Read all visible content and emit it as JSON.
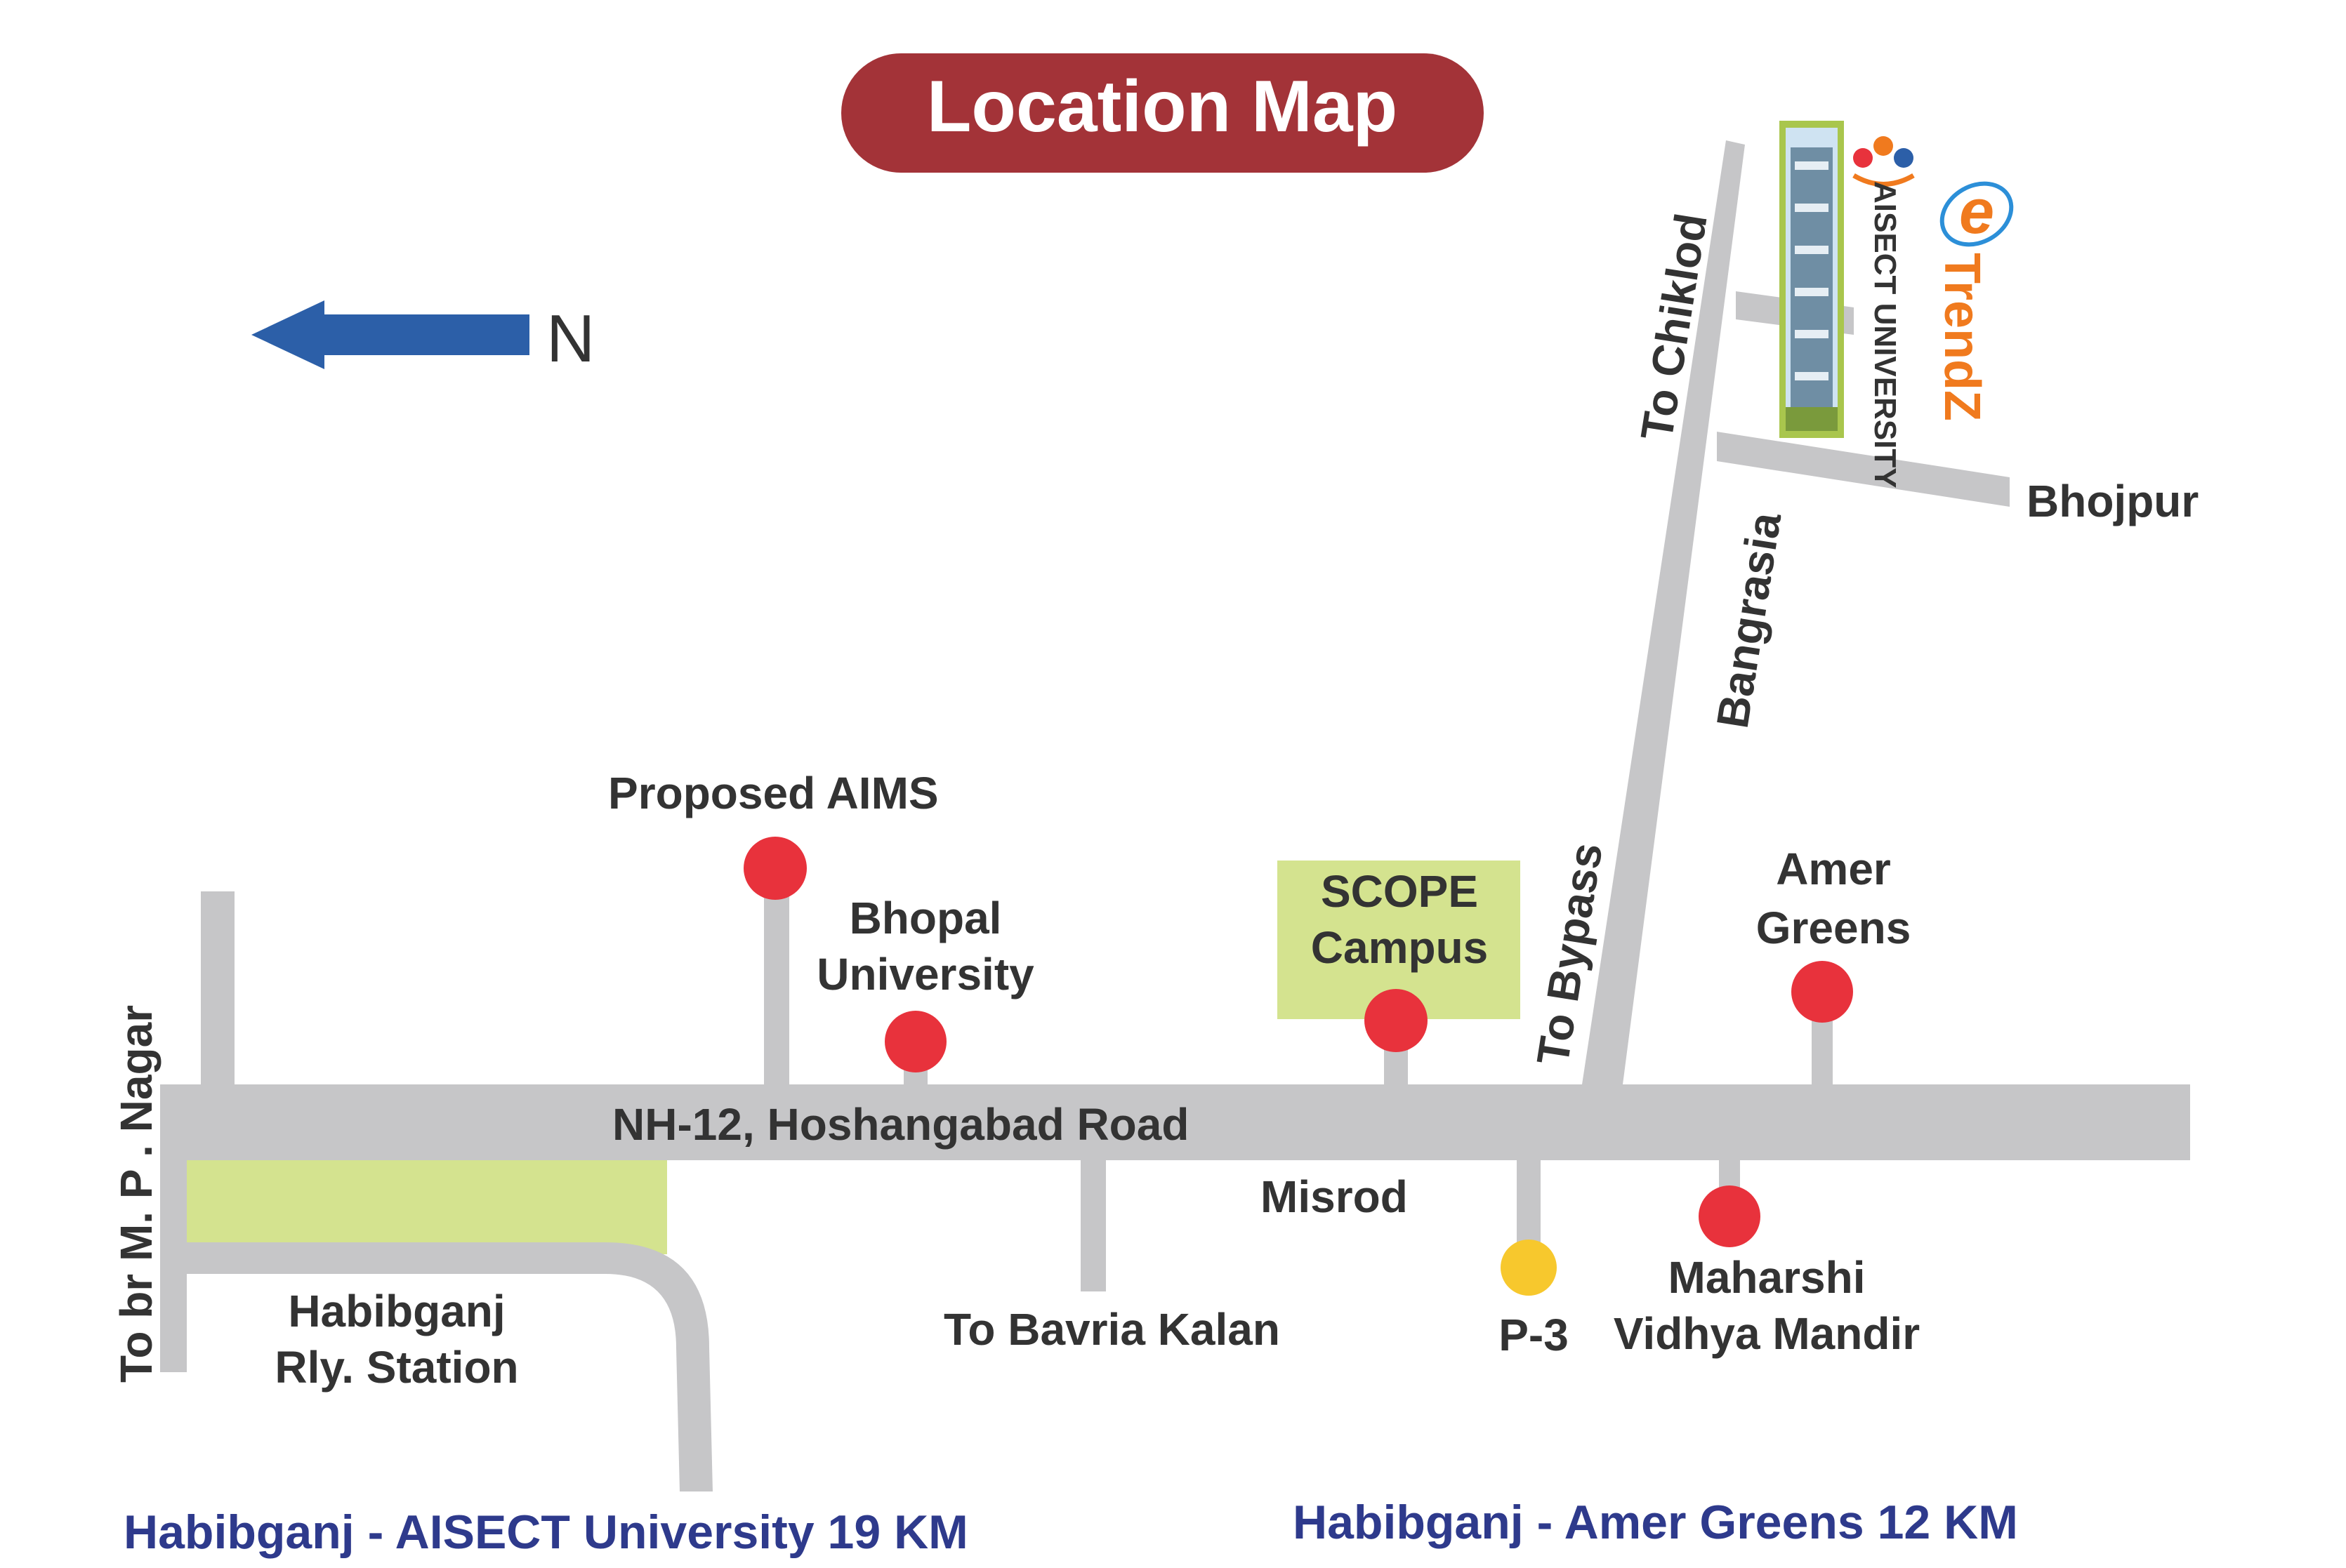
{
  "title": "Location Map",
  "north_label": "N",
  "colors": {
    "title_bg": "#a33338",
    "road": "#c6c6c8",
    "pin": "#e8323c",
    "pin_yellow": "#f7c82d",
    "highlight": "#d4e38f",
    "arrow": "#2c5fa8",
    "distance_text": "#2e3a8c",
    "logo_orange": "#f07a1e"
  },
  "roads": {
    "main": "NH-12, Hoshangabad Road",
    "bypass": "To Bypass",
    "chiklod": "To Chiklod",
    "bangrasia": "Bangrasia",
    "bhojpur": "Bhojpur",
    "mp_nagar": "To br M. P . Nagar",
    "bavria": "To Bavria Kalan",
    "misrod": "Misrod"
  },
  "places": {
    "aims": "Proposed AIMS",
    "bhopal_univ": [
      "Bhopal",
      "University"
    ],
    "scope": [
      "SCOPE",
      "Campus"
    ],
    "amer": [
      "Amer",
      "Greens"
    ],
    "p3": "P-3",
    "maharshi": [
      "Maharshi",
      "Vidhya Mandir"
    ],
    "habibganj": [
      "Habibganj",
      "Rly. Station"
    ]
  },
  "logos": {
    "aisect": "AISECT UNIVERSITY",
    "trendz": "TrendZ",
    "trendz_letter": "e"
  },
  "distances": {
    "left": "Habibganj - AISECT University 19 KM",
    "right": "Habibganj - Amer Greens 12 KM"
  }
}
